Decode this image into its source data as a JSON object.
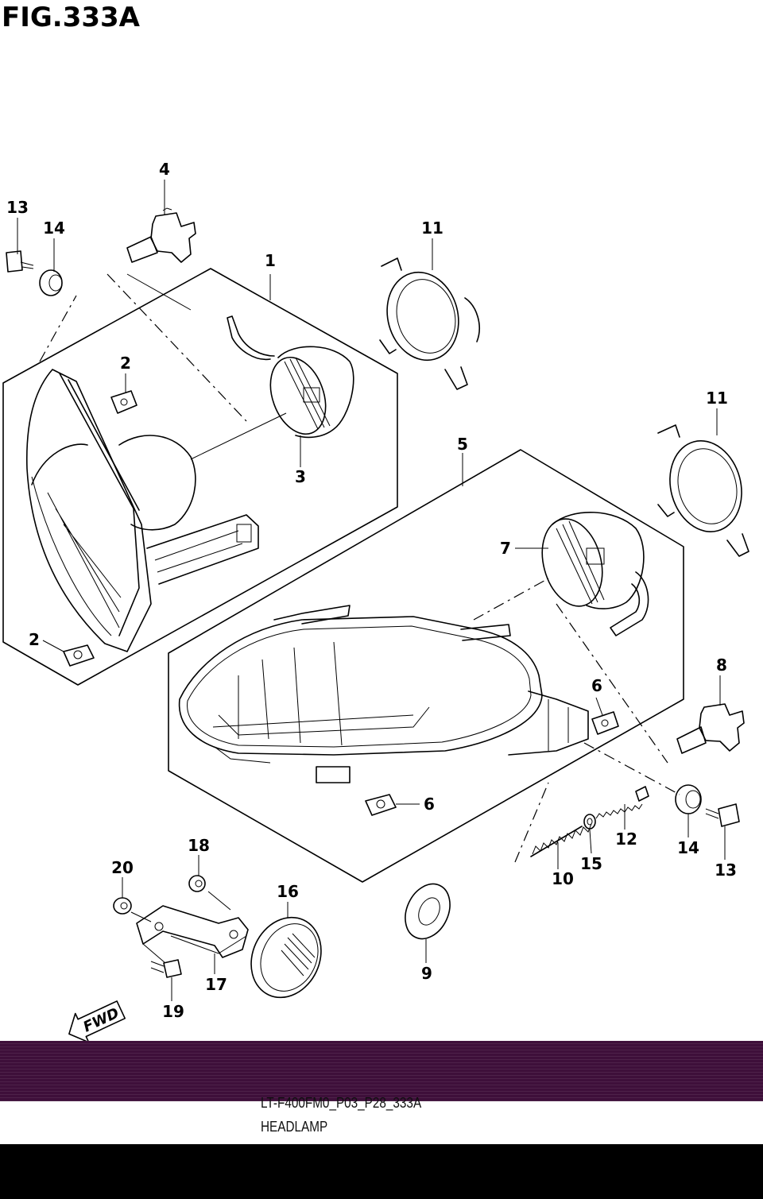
{
  "figure": {
    "title": "FIG.333A"
  },
  "callouts": [
    "1",
    "2",
    "2",
    "3",
    "4",
    "5",
    "6",
    "6",
    "7",
    "8",
    "9",
    "10",
    "11",
    "11",
    "12",
    "13",
    "13",
    "14",
    "14",
    "15",
    "16",
    "17",
    "18",
    "19",
    "20"
  ],
  "fwd_label": "FWD",
  "footer": {
    "model_code": "LT-F400FM0_P03_P28_333A",
    "section_name": "HEADLAMP"
  },
  "colors": {
    "band": "#3e0f3a",
    "bottom_bar": "#000000",
    "line": "#000000"
  }
}
